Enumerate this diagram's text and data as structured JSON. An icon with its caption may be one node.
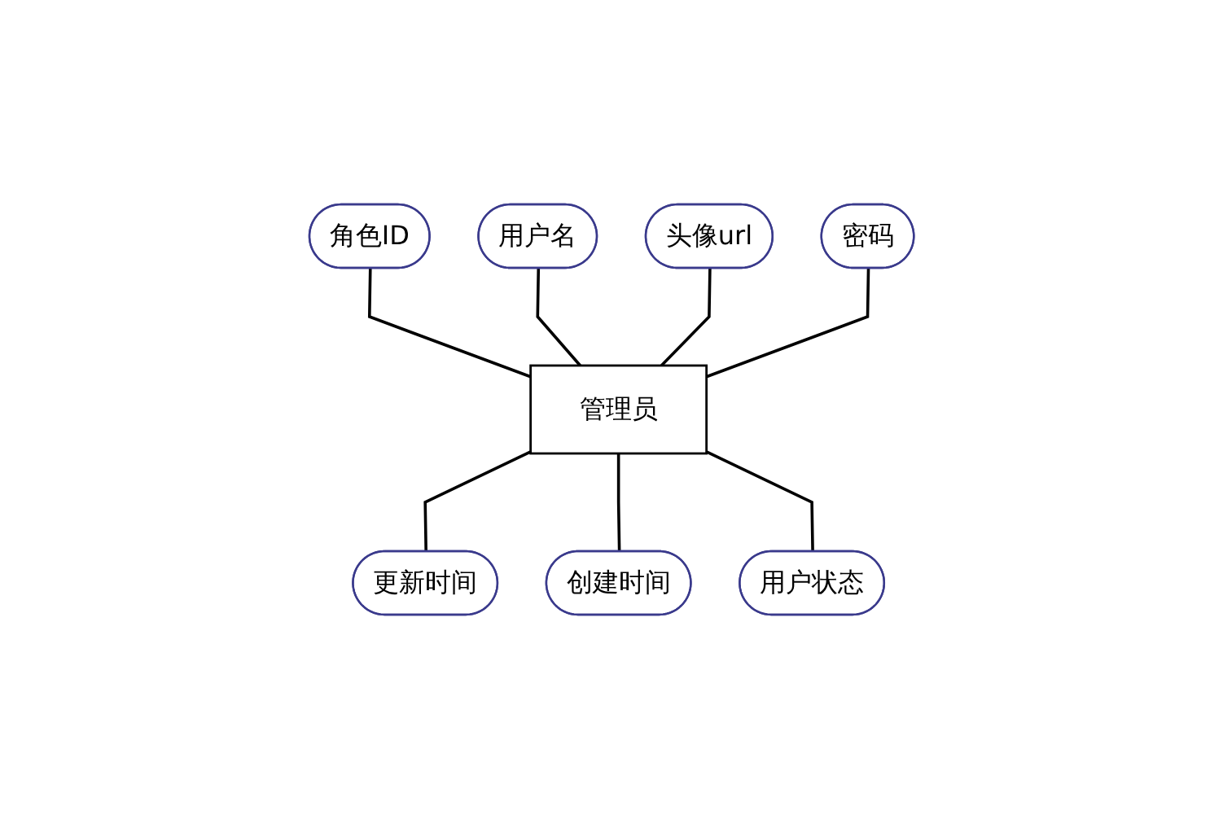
{
  "diagram": {
    "nodes": [
      {
        "text": [
          "角色ID"
        ]
      },
      {
        "text": [
          "用户名"
        ]
      },
      {
        "text": [
          "头像url"
        ]
      },
      {
        "text": [
          "密码"
        ]
      },
      {
        "text": [
          "管理员"
        ]
      },
      {
        "text": [
          "更新时间"
        ]
      },
      {
        "text": [
          "创建时间"
        ]
      },
      {
        "text": [
          "用户状态"
        ]
      }
    ],
    "edges": [
      {
        "from": 0,
        "to": 4,
        "arrow": "none"
      },
      {
        "from": 1,
        "to": 4,
        "arrow": "none"
      },
      {
        "from": 2,
        "to": 4,
        "arrow": "none"
      },
      {
        "from": 3,
        "to": 4,
        "arrow": "none"
      },
      {
        "from": 4,
        "to": 5,
        "arrow": "none"
      },
      {
        "from": 4,
        "to": 6,
        "arrow": "none"
      },
      {
        "from": 4,
        "to": 7,
        "arrow": "none"
      }
    ]
  }
}
